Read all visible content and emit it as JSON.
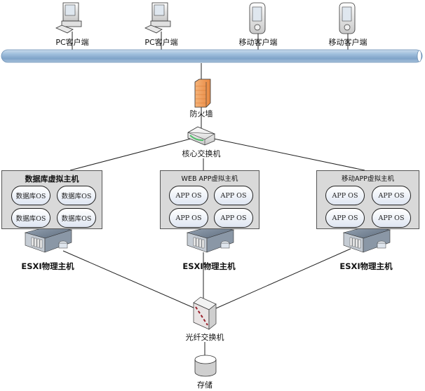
{
  "diagram": {
    "clients": [
      {
        "id": "pc-client-1",
        "type": "pc",
        "label": "PC客户端"
      },
      {
        "id": "pc-client-2",
        "type": "pc",
        "label": "PC客户端"
      },
      {
        "id": "mobile-client-1",
        "type": "mobile",
        "label": "移动客户端"
      },
      {
        "id": "mobile-client-2",
        "type": "mobile",
        "label": "移动客户端"
      }
    ],
    "network_bus": {
      "label": ""
    },
    "firewall": {
      "label": "防火墙"
    },
    "core_switch": {
      "label": "核心交换机"
    },
    "vm_hosts": [
      {
        "title": "数据库虚拟主机",
        "os": [
          "数据库OS",
          "数据库OS",
          "数据库OS",
          "数据库OS"
        ],
        "physical_label": "ESXI物理主机"
      },
      {
        "title": "WEB APP虚拟主机",
        "os": [
          "APP OS",
          "APP OS",
          "APP OS",
          "APP OS"
        ],
        "physical_label": "ESXI物理主机"
      },
      {
        "title": "移动APP虚拟主机",
        "os": [
          "APP OS",
          "APP OS",
          "APP OS",
          "APP OS"
        ],
        "physical_label": "ESXI物理主机"
      }
    ],
    "fiber_switch": {
      "label": "光纤交换机"
    },
    "storage": {
      "label": "存储"
    },
    "colors": {
      "bus": "#8fb3d6",
      "firewall": "#f0a060",
      "vm_host_bg": "#d9d9d9",
      "line": "#222222"
    }
  }
}
